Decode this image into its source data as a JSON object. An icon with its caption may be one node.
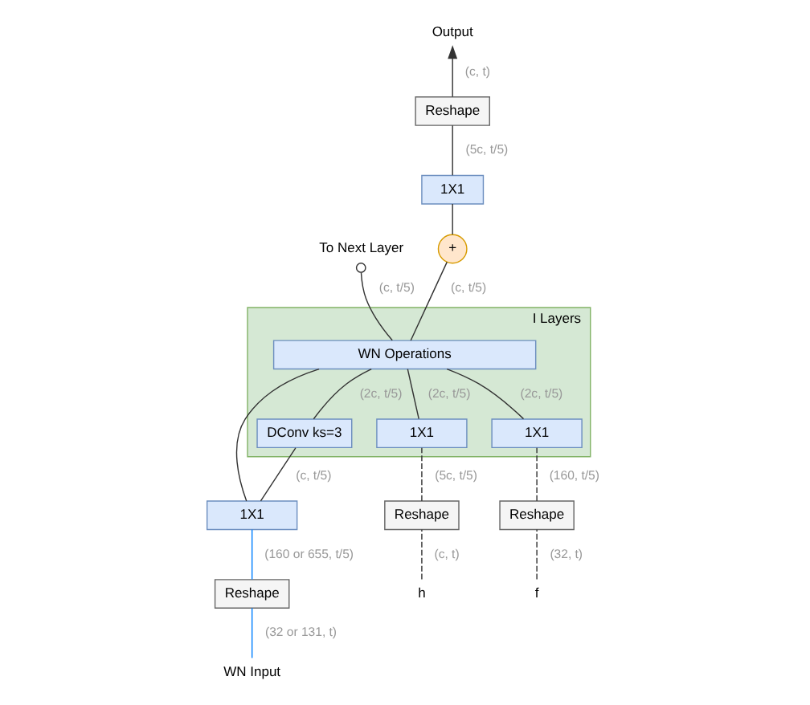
{
  "diagram": {
    "nodes": [
      {
        "text": [
          "I Layers"
        ]
      },
      {
        "text": [
          "WN Operations"
        ],
        "in": 0
      },
      {
        "text": [
          "DConv ks=3"
        ],
        "in": 0
      },
      {
        "text": [
          "1X1"
        ],
        "in": 0
      },
      {
        "text": [
          "1X1"
        ],
        "in": 0
      },
      {
        "text": [
          "To Next Layer"
        ]
      },
      {
        "text": [
          "+"
        ]
      },
      {
        "text": [
          "1X1"
        ]
      },
      {
        "text": [
          "Reshape"
        ]
      },
      {
        "text": [
          "Output"
        ]
      },
      {
        "text": [
          "1X1"
        ]
      },
      {
        "text": [
          "Reshape"
        ]
      },
      {
        "text": [
          "Reshape"
        ]
      },
      {
        "text": [
          "Reshape"
        ]
      },
      {
        "text": [
          "WN Input"
        ]
      },
      {
        "text": [
          "h"
        ]
      },
      {
        "text": [
          "f"
        ]
      }
    ],
    "edges": [
      {
        "from": 14,
        "to": 13,
        "arrow": "none",
        "label": "(32 or 131, t)",
        "color": "#007fff"
      },
      {
        "from": 13,
        "to": 10,
        "arrow": "none",
        "label": "(160 or 655, t/5)",
        "color": "#007fff"
      },
      {
        "from": 10,
        "to": 2,
        "arrow": "none",
        "label": "(c, t/5)"
      },
      {
        "from": 2,
        "to": 1,
        "arrow": "none",
        "label": "(2c, t/5)"
      },
      {
        "from": 10,
        "to": 1,
        "arrow": "none"
      },
      {
        "from": 1,
        "to": 5,
        "arrow": "other",
        "label": "(c, t/5)"
      },
      {
        "from": 3,
        "to": 1,
        "arrow": "none",
        "label": "(2c, t/5)"
      },
      {
        "from": 4,
        "to": 1,
        "arrow": "none",
        "label": "(2c, t/5)"
      },
      {
        "from": 11,
        "to": 3,
        "arrow": "none",
        "label": "(5c, t/5)",
        "style": "dashed"
      },
      {
        "from": 12,
        "to": 4,
        "arrow": "none",
        "label": "(160, t/5)",
        "style": "dashed"
      },
      {
        "from": 15,
        "to": 11,
        "arrow": "none",
        "label": "(c, t)",
        "style": "dashed"
      },
      {
        "from": 16,
        "to": 12,
        "arrow": "none",
        "label": "(32, t)",
        "style": "dashed"
      },
      {
        "from": 1,
        "to": 6,
        "arrow": "none",
        "label": "(c, t/5)"
      },
      {
        "from": 6,
        "to": 7,
        "arrow": "none"
      },
      {
        "from": 7,
        "to": 8,
        "arrow": "none",
        "label": "(5c, t/5)"
      },
      {
        "from": 8,
        "to": 9,
        "arrow": "to",
        "label": "(c, t)"
      }
    ]
  }
}
